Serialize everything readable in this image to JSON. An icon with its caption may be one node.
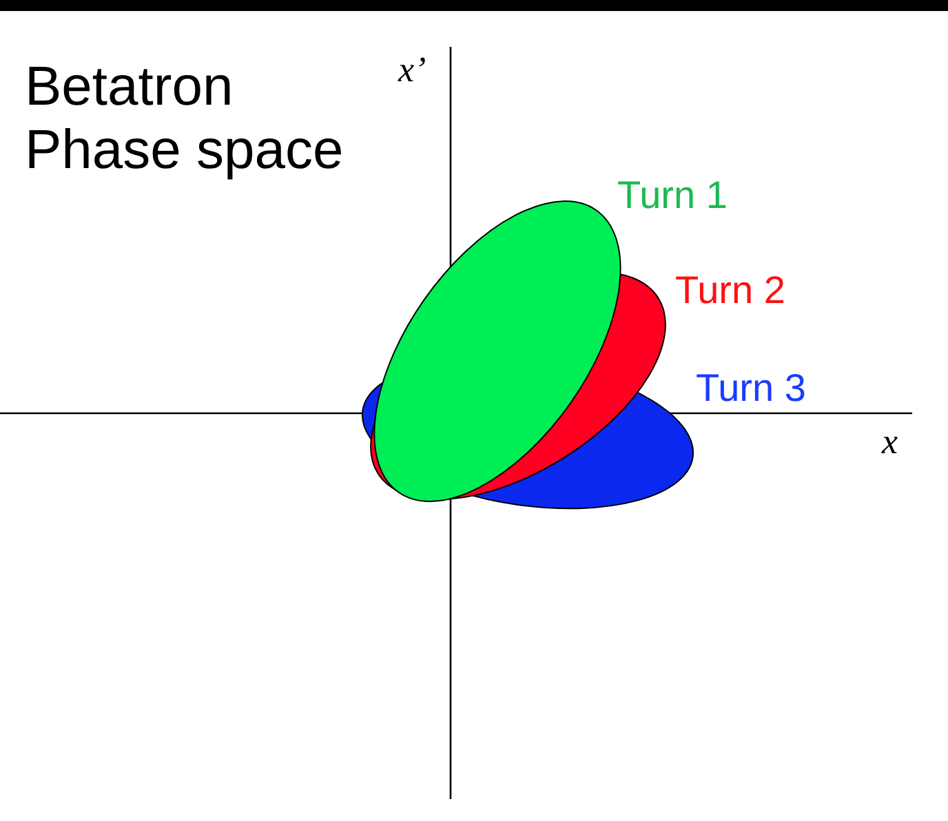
{
  "diagram": {
    "title": "Betatron Phase space",
    "nodes": [
      {
        "text": [
          "Turn 1"
        ]
      },
      {
        "text": [
          "Turn 2"
        ]
      },
      {
        "text": [
          "Turn 3"
        ]
      }
    ],
    "edges": [],
    "labels": [
      "x’",
      "x"
    ]
  }
}
